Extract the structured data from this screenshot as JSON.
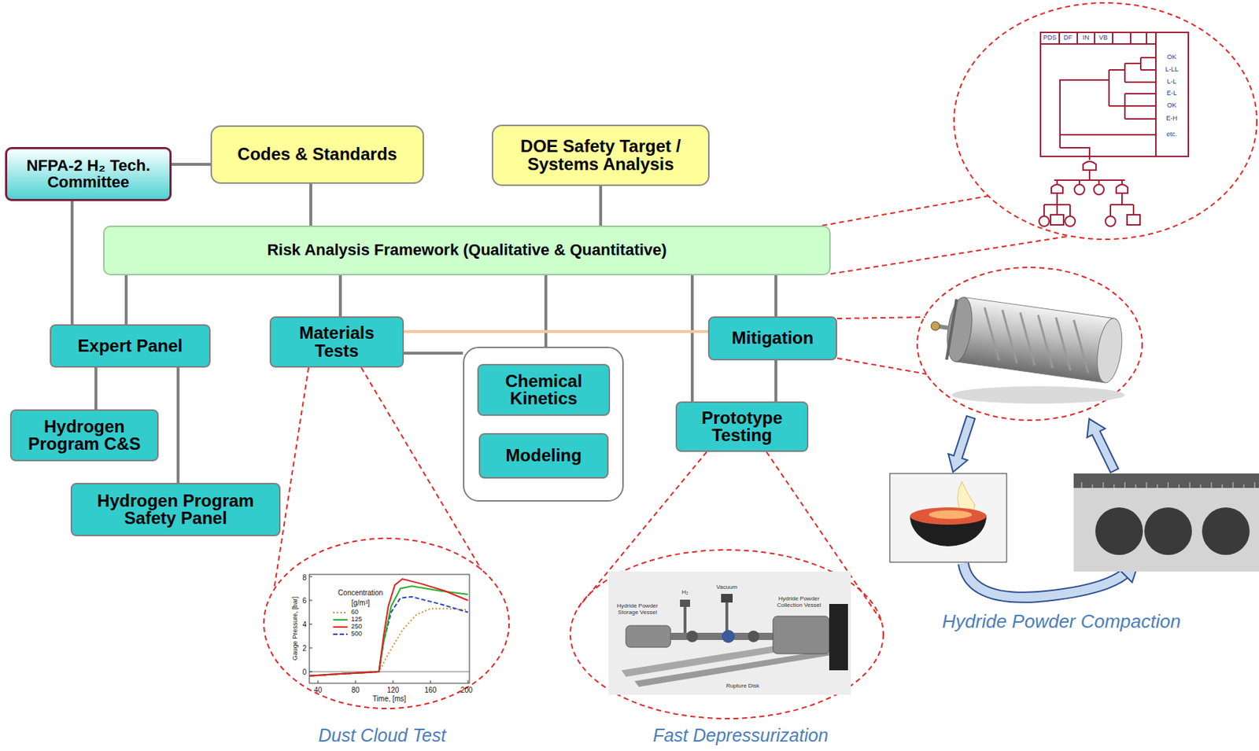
{
  "diagram": {
    "nodes": [
      {
        "text": [
          "NFPA-2 H₂ Tech. Committee"
        ]
      },
      {
        "text": [
          "Codes & Standards"
        ]
      },
      {
        "text": [
          "DOE Safety Target / Systems Analysis"
        ]
      },
      {
        "text": [
          "Risk Analysis Framework (Qualitative & Quantitative)"
        ]
      },
      {
        "text": [
          "Expert Panel"
        ]
      },
      {
        "text": [
          "Materials Tests"
        ]
      },
      {
        "text": []
      },
      {
        "text": [
          "Chemical Kinetics"
        ],
        "in": 6
      },
      {
        "text": [
          "Modeling"
        ],
        "in": 6
      },
      {
        "text": [
          "Mitigation"
        ]
      },
      {
        "text": [
          "Prototype Testing"
        ]
      },
      {
        "text": [
          "Hydrogen Program C&S"
        ]
      },
      {
        "text": [
          "Hydrogen Program Safety Panel"
        ]
      }
    ],
    "edges": [
      {
        "from": 0,
        "to": 1,
        "arrow": "none"
      },
      {
        "from": 0,
        "to": 4,
        "arrow": "none"
      },
      {
        "from": 1,
        "to": 3,
        "arrow": "none"
      },
      {
        "from": 2,
        "to": 3,
        "arrow": "none"
      },
      {
        "from": 3,
        "to": 4,
        "arrow": "none"
      },
      {
        "from": 3,
        "to": 5,
        "arrow": "none"
      },
      {
        "from": 3,
        "to": 6,
        "arrow": "none"
      },
      {
        "from": 3,
        "to": 10,
        "arrow": "none"
      },
      {
        "from": 3,
        "to": 9,
        "arrow": "none"
      },
      {
        "from": 5,
        "to": 9,
        "arrow": "none"
      },
      {
        "from": 5,
        "to": 6,
        "arrow": "none"
      },
      {
        "from": 9,
        "to": 10,
        "arrow": "none"
      },
      {
        "from": 4,
        "to": 11,
        "arrow": "none"
      },
      {
        "from": 4,
        "to": 12,
        "arrow": "none"
      }
    ],
    "labels": [
      "PDS",
      "DF",
      "IN",
      "VB",
      "OK",
      "L-LL",
      "L-L",
      "E-L",
      "OK",
      "E-H",
      "etc.",
      "Concentration",
      "[g/m³]",
      "60",
      "125",
      "250",
      "500",
      "Gauge Pressure, [bar]",
      "Time, [ms]",
      "0",
      "2",
      "4",
      "6",
      "8",
      "40",
      "80",
      "120",
      "160",
      "200",
      "Dust Cloud Test",
      "H₂",
      "Vacuum",
      "Hydride Powder Storage Vessel",
      "Hydride Powder Collection Vessel",
      "Rupture Disk",
      "Fast Depressurization",
      "Hydride Powder Compaction"
    ]
  }
}
